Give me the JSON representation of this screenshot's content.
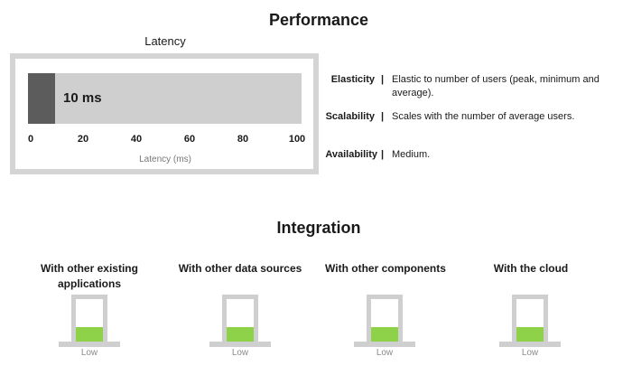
{
  "performance": {
    "title": "Performance",
    "latency": {
      "title": "Latency",
      "value_label": "10 ms",
      "value": 10,
      "max": 100,
      "ticks": [
        "0",
        "20",
        "40",
        "60",
        "80",
        "100"
      ],
      "axis_label": "Latency (ms)"
    },
    "properties": [
      {
        "name": "Elasticity",
        "sep": "|",
        "desc": "Elastic to number of users (peak, minimum and average)."
      },
      {
        "name": "Scalability",
        "sep": "|",
        "desc": "Scales with the number of average users."
      },
      {
        "name": "Availability",
        "sep": "|",
        "desc": "Medium."
      }
    ]
  },
  "integration": {
    "title": "Integration",
    "items": [
      {
        "label": "With other existing applications",
        "level": "Low",
        "fill": 0.33
      },
      {
        "label": "With other data sources",
        "level": "Low",
        "fill": 0.33
      },
      {
        "label": "With other components",
        "level": "Low",
        "fill": 0.33
      },
      {
        "label": "With the cloud",
        "level": "Low",
        "fill": 0.33
      }
    ]
  },
  "colors": {
    "gauge_fill": "#5c5c5c",
    "gauge_track": "#cfcfcf",
    "level_fill": "#8ed24a"
  }
}
